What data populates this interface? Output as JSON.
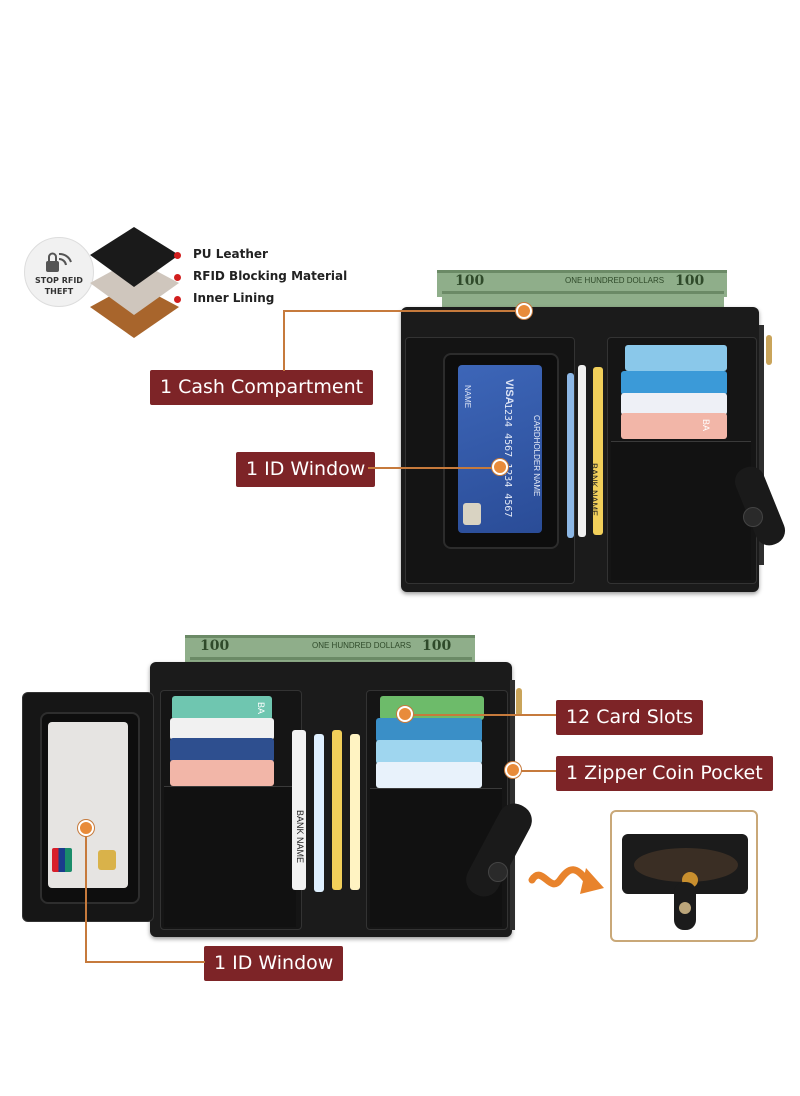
{
  "rfid_badge": {
    "line1": "STOP RFID",
    "line2": "THEFT"
  },
  "layers": [
    {
      "label": "PU Leather"
    },
    {
      "label": "RFID Blocking Material"
    },
    {
      "label": "Inner Lining"
    }
  ],
  "callouts": {
    "cash": "1 Cash Compartment",
    "id_window_top": "1 ID Window",
    "card_slots": "12 Card Slots",
    "coin_pocket": "1 Zipper Coin Pocket",
    "id_window_bottom": "1 ID Window"
  },
  "banknote_text": {
    "denomination": "100",
    "words": "ONE HUNDRED DOLLARS"
  },
  "id_card": {
    "brand": "VISA",
    "name_label": "NAME",
    "number": "1234 4567 1234 4567",
    "holder": "CARDHOLDER NAME"
  },
  "slot_card_text": {
    "bank_name": "BANK NAME",
    "short": "BA"
  },
  "colors": {
    "callout_bg": "#7d2427",
    "leader": "#c67a3c",
    "accent_dot": "#e88b3a",
    "layer_dot": "#d11e1e"
  }
}
